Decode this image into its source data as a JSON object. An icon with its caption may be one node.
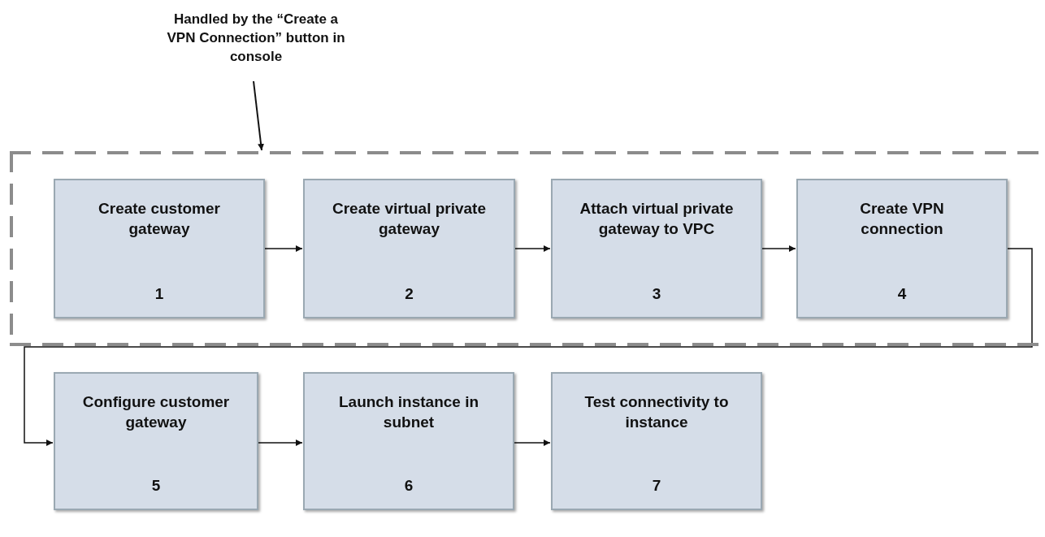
{
  "diagram": {
    "nodes": [
      {
        "text": [
          "Handled by the “Create a VPN Connection” button in console"
        ]
      },
      {
        "text": [],
        "shape": "box"
      },
      {
        "text": [
          "Create customer gateway",
          "1"
        ],
        "in": 1
      },
      {
        "text": [
          "Create virtual private gateway",
          "2"
        ],
        "in": 1
      },
      {
        "text": [
          "Attach virtual private gateway to VPC",
          "3"
        ],
        "in": 1
      },
      {
        "text": [
          "Create VPN connection",
          "4"
        ],
        "in": 1
      },
      {
        "text": [
          "Configure customer gateway",
          "5"
        ]
      },
      {
        "text": [
          "Launch instance in subnet",
          "6"
        ]
      },
      {
        "text": [
          "Test connectivity to instance",
          "7"
        ]
      }
    ],
    "edges": [
      {
        "from": 0,
        "to": 1,
        "arrow": "to"
      },
      {
        "from": 2,
        "to": 3,
        "arrow": "to"
      },
      {
        "from": 3,
        "to": 4,
        "arrow": "to"
      },
      {
        "from": 4,
        "to": 5,
        "arrow": "to"
      },
      {
        "from": 5,
        "to": 6,
        "arrow": "to"
      },
      {
        "from": 6,
        "to": 7,
        "arrow": "to"
      },
      {
        "from": 7,
        "to": 8,
        "arrow": "to"
      }
    ]
  }
}
